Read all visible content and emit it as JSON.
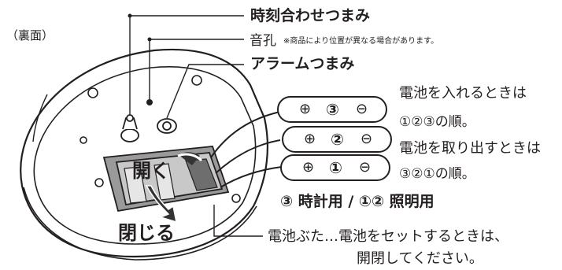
{
  "labels": {
    "back_side": "（裏面）",
    "time_knob": "時刻合わせつまみ",
    "sound_hole": "音孔",
    "sound_hole_note": "※商品により位置が異なる場合があります。",
    "alarm_knob": "アラームつまみ",
    "insert_line1": "電池を入れるときは",
    "insert_line2": "①②③の順。",
    "remove_line1": "電池を取り出すときは",
    "remove_line2": "③②①の順。",
    "usage": "③ 時計用 / ①② 照明用",
    "cover_line1": "電池ぶた…電池をセットするときは、",
    "cover_line2": "開閉してください。",
    "open": "開く",
    "close": "閉じる"
  },
  "batteries": [
    {
      "number": "③",
      "plus": "⊕",
      "minus": "⊖"
    },
    {
      "number": "②",
      "plus": "⊕",
      "minus": "⊖"
    },
    {
      "number": "①",
      "plus": "⊕",
      "minus": "⊖"
    }
  ],
  "colors": {
    "ink": "#231f20",
    "body": "#ffffff",
    "shade": "#d9d9d9",
    "compartment": "#8c8c8c",
    "arrow": "#333333"
  }
}
